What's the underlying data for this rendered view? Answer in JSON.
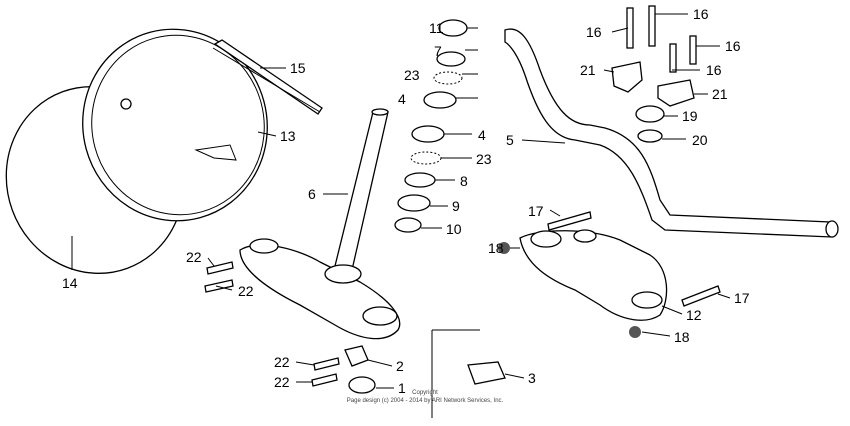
{
  "callouts": [
    "11",
    "7",
    "23",
    "4",
    "4",
    "23",
    "8",
    "9",
    "10",
    "16",
    "16",
    "16",
    "16",
    "21",
    "21",
    "19",
    "20",
    "5",
    "15",
    "13",
    "6",
    "14",
    "22",
    "22",
    "17",
    "18",
    "17",
    "12",
    "18",
    "22",
    "2",
    "22",
    "1",
    "3"
  ],
  "copyright": {
    "line1": "Copyright",
    "line2": "Page design (c) 2004 - 2014 by ARI Network Services, Inc."
  }
}
